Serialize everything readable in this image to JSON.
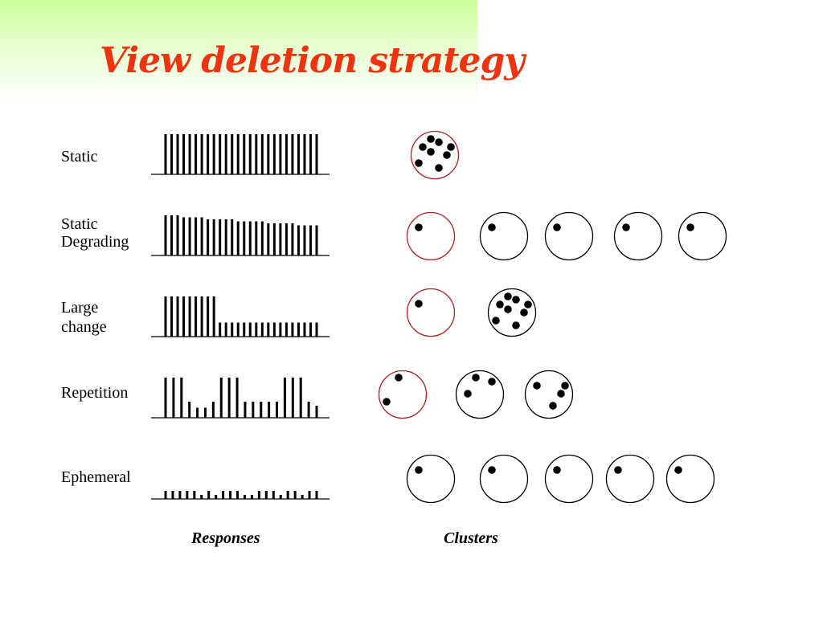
{
  "title": "View deletion strategy",
  "captions": {
    "responses": "Responses",
    "clusters": "Clusters"
  },
  "colors": {
    "title": "#ee3311",
    "header_gradient_top": "#ccff99",
    "highlight_circle": "#aa2222",
    "ink": "#000000"
  },
  "rows": [
    {
      "label": "Static",
      "responses": [
        1,
        1,
        1,
        1,
        1,
        1,
        1,
        1,
        1,
        1,
        1,
        1,
        1,
        1,
        1,
        1,
        1,
        1,
        1,
        1,
        1,
        1,
        1,
        1,
        1,
        1
      ],
      "clusters": [
        8
      ]
    },
    {
      "label": "Static\nDegrading",
      "responses": [
        1,
        1,
        1,
        0.95,
        0.95,
        0.95,
        0.95,
        0.9,
        0.9,
        0.9,
        0.9,
        0.9,
        0.85,
        0.85,
        0.85,
        0.85,
        0.85,
        0.8,
        0.8,
        0.8,
        0.8,
        0.8,
        0.75,
        0.75,
        0.75,
        0.75
      ],
      "clusters": [
        1,
        1,
        1,
        1,
        1
      ]
    },
    {
      "label": "Large\nchange",
      "responses": [
        1,
        1,
        1,
        1,
        1,
        1,
        1,
        1,
        1,
        0.35,
        0.35,
        0.35,
        0.35,
        0.35,
        0.35,
        0.35,
        0.35,
        0.35,
        0.35,
        0.35,
        0.35,
        0.35,
        0.35,
        0.35,
        0.35,
        0.35
      ],
      "clusters": [
        1,
        8
      ]
    },
    {
      "label": "Repetition",
      "responses": [
        1,
        1,
        1,
        0.4,
        0.25,
        0.25,
        0.4,
        1,
        1,
        1,
        0.4,
        0.4,
        0.4,
        0.4,
        0.4,
        1,
        1,
        1,
        0.4,
        0.3
      ],
      "clusters": [
        2,
        3,
        4
      ]
    },
    {
      "label": "Ephemeral",
      "responses": [
        0.2,
        0.2,
        0.2,
        0.2,
        0.2,
        0.1,
        0.2,
        0.1,
        0.2,
        0.2,
        0.2,
        0.1,
        0.1,
        0.2,
        0.2,
        0.2,
        0.1,
        0.2,
        0.2,
        0.1,
        0.2,
        0.2
      ],
      "clusters": [
        1,
        1,
        1,
        1,
        1
      ]
    }
  ]
}
